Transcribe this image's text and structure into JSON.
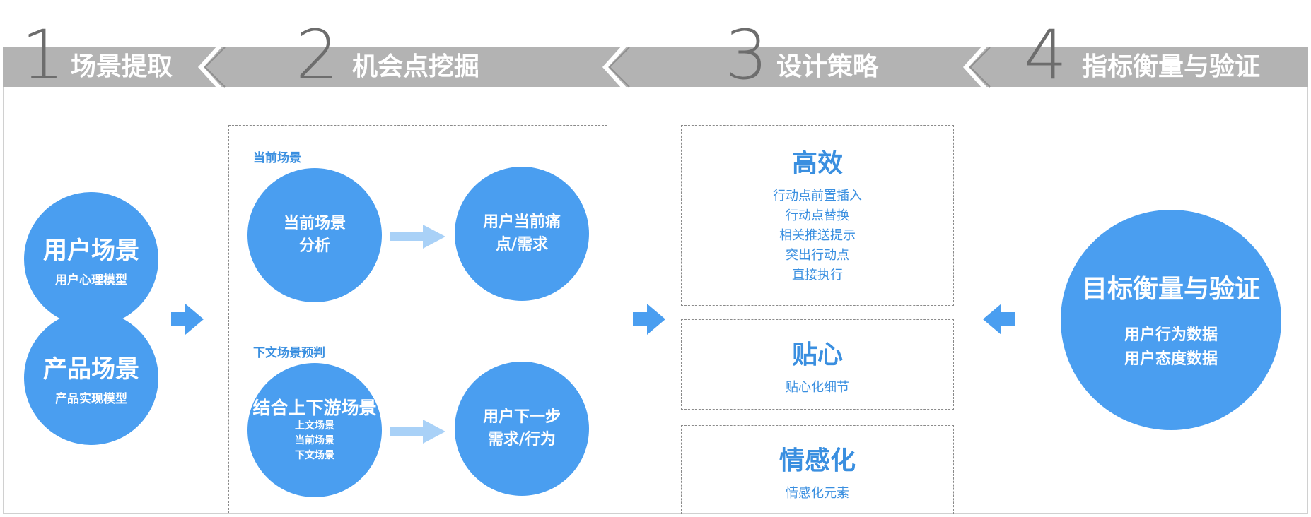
{
  "steps": [
    {
      "num": "1",
      "title": "场景提取"
    },
    {
      "num": "2",
      "title": "机会点挖掘"
    },
    {
      "num": "3",
      "title": "设计策略"
    },
    {
      "num": "4",
      "title": "指标衡量与验证"
    }
  ],
  "scene": {
    "user": {
      "title": "用户场景",
      "sub": "用户心理模型"
    },
    "product": {
      "title": "产品场景",
      "sub": "产品实现模型"
    }
  },
  "opportunity": {
    "current_label": "当前场景",
    "current_circle": [
      "当前场景",
      "分析"
    ],
    "current_result": [
      "用户当前痛",
      "点/需求"
    ],
    "next_label": "下文场景预判",
    "next_circle_title": "结合上下游场景",
    "next_circle_items": [
      "上文场景",
      "当前场景",
      "下文场景"
    ],
    "next_result": [
      "用户下一步",
      "需求/行为"
    ]
  },
  "strategy": {
    "efficient": {
      "title": "高效",
      "items": [
        "行动点前置插入",
        "行动点替换",
        "相关推送提示",
        "突出行动点",
        "直接执行"
      ]
    },
    "caring": {
      "title": "贴心",
      "items": [
        "贴心化细节"
      ]
    },
    "emotional": {
      "title": "情感化",
      "items": [
        "情感化元素"
      ]
    }
  },
  "metrics": {
    "title": "目标衡量与验证",
    "items": [
      "用户行为数据",
      "用户态度数据"
    ]
  },
  "colors": {
    "accent": "#4a9ef0",
    "text_accent": "#3a8fe0",
    "header_bar": "#b3b3b3",
    "arrow_light": "#a9d1f7"
  }
}
